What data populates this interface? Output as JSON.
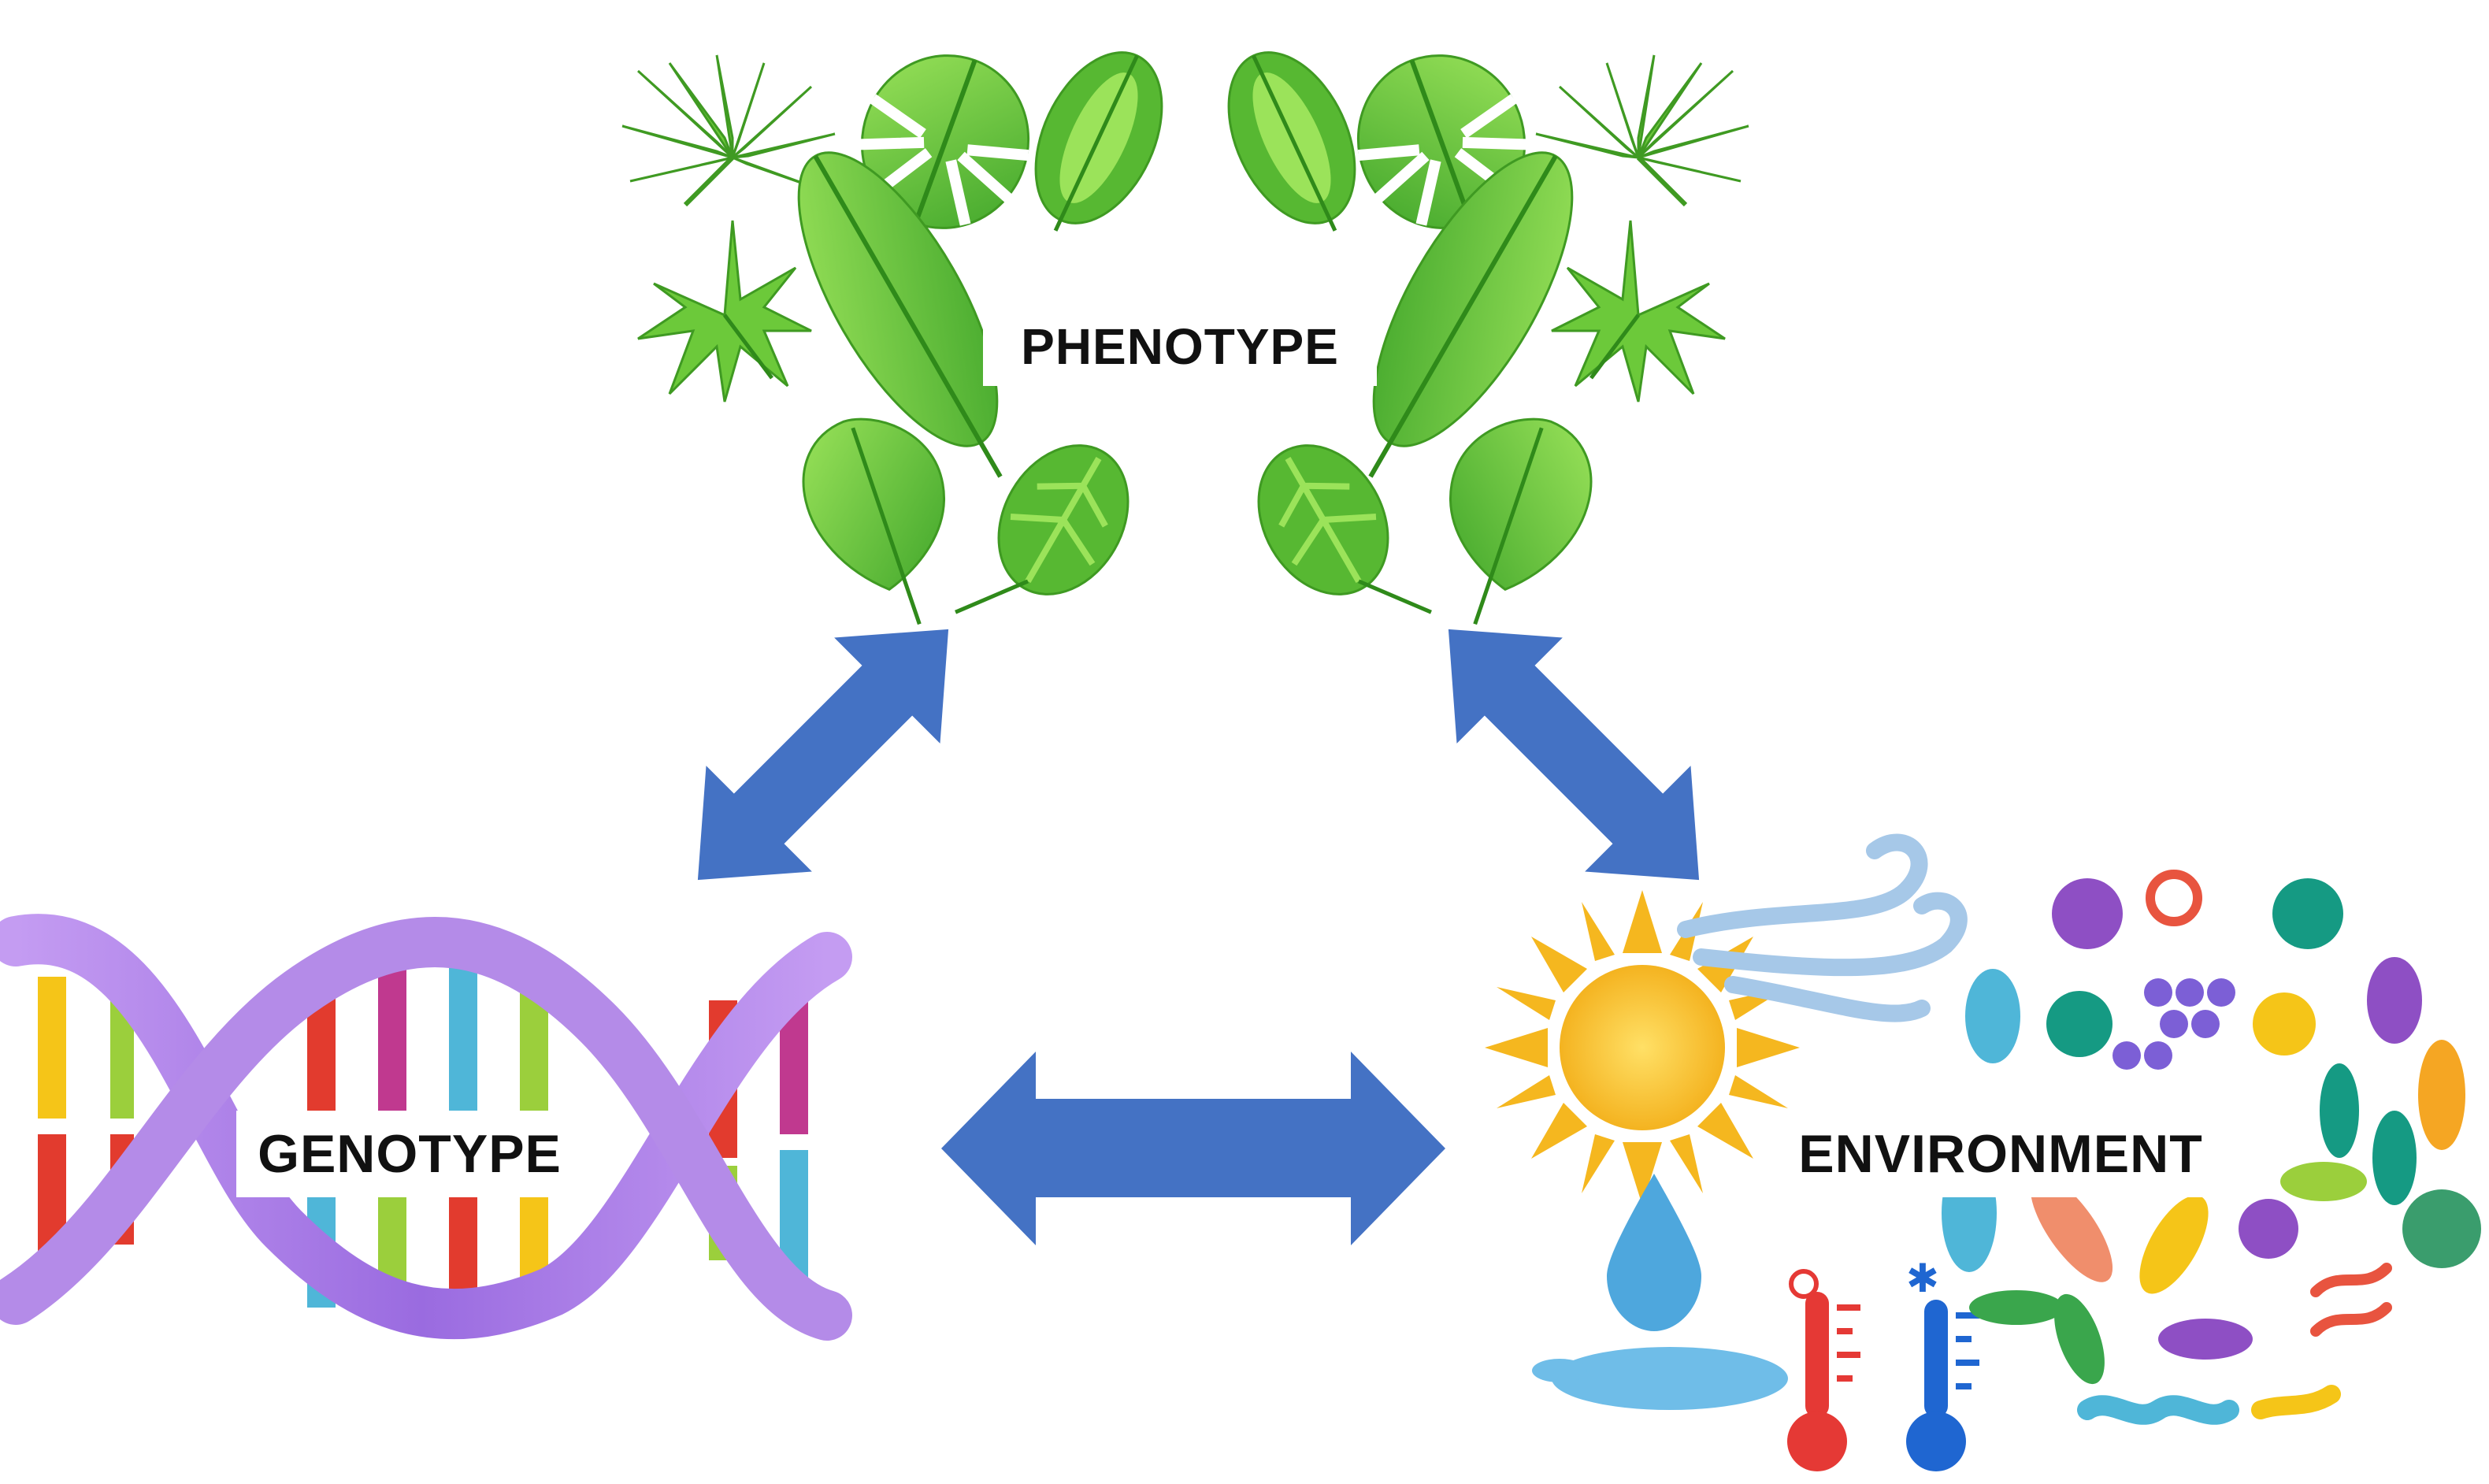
{
  "labels": {
    "phenotype": "PHENOTYPE",
    "genotype": "GENOTYPE",
    "environment": "ENVIRONMENT"
  },
  "colors": {
    "arrow": "#4472C4",
    "leaf_dark": "#4caf2a",
    "leaf_light": "#8fdc4a",
    "helix": "#a77be0",
    "sun": "#f5b71f",
    "water": "#4ea7dd"
  },
  "icons": [
    "tropical-leaves",
    "dna-helix",
    "sun-icon",
    "wind-icon",
    "water-drop-icon",
    "hot-thermometer-icon",
    "cold-thermometer-icon",
    "microbes-icon"
  ]
}
